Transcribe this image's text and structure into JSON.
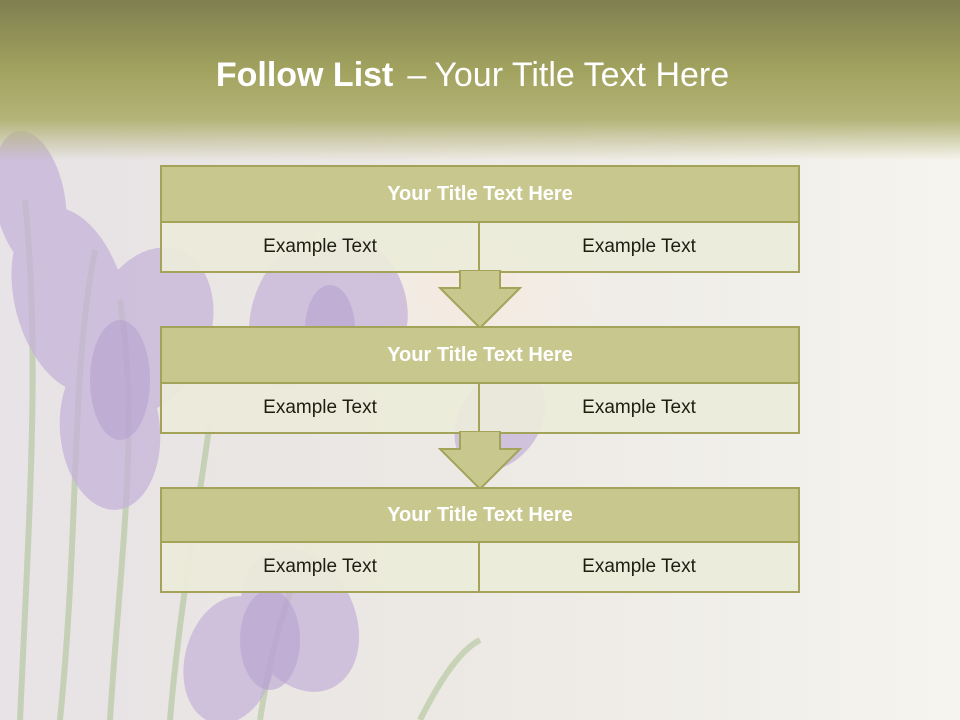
{
  "slide": {
    "title_bold": "Follow List",
    "title_separator": "–",
    "title_rest": "Your Title Text Here"
  },
  "blocks": [
    {
      "title": "Your Title Text Here",
      "cells": [
        "Example Text",
        "Example Text"
      ]
    },
    {
      "title": "Your Title Text Here",
      "cells": [
        "Example Text",
        "Example Text"
      ]
    },
    {
      "title": "Your Title Text Here",
      "cells": [
        "Example Text",
        "Example Text"
      ]
    }
  ],
  "colors": {
    "header_band": "#a3a360",
    "block_title_fill": "#c8c78e",
    "block_border": "#a3a35a",
    "cell_fill": "#ecebda",
    "arrow_fill": "#c8c78e"
  },
  "background_image": "purple-crocus-flowers-photo"
}
